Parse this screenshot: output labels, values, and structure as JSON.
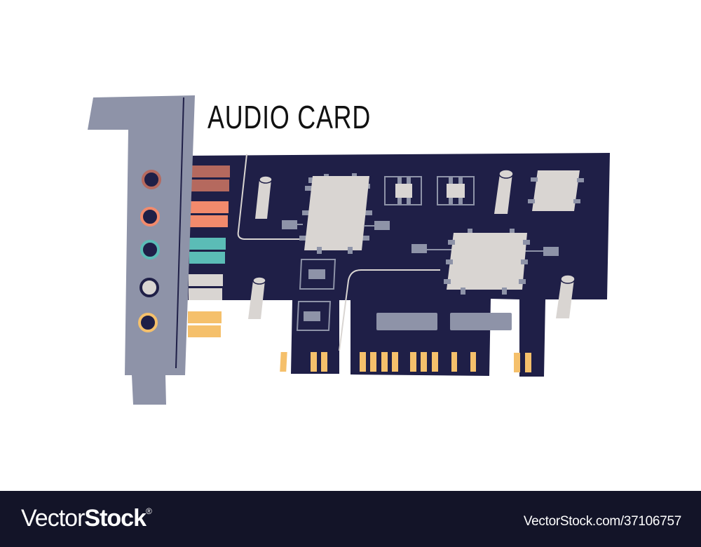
{
  "illustration": {
    "title": "AUDIO CARD",
    "subject": "sound-card-pci",
    "colors": {
      "pcb": "#1f1f47",
      "bracket": "#8e93a8",
      "chip": "#d9d5d2",
      "pad": "#8e93a8",
      "gold_contact": "#f5c06b",
      "jack_brown": "#b5695e",
      "jack_orange": "#f28a6c",
      "jack_teal": "#5bbcb6",
      "jack_white": "#d9d5d2",
      "jack_yellow": "#f5c06b"
    },
    "audio_jacks": [
      {
        "name": "jack-brown",
        "ring": "#b5695e",
        "center": "#1f1f47"
      },
      {
        "name": "jack-orange",
        "ring": "#f28a6c",
        "center": "#1f1f47"
      },
      {
        "name": "jack-teal",
        "ring": "#5bbcb6",
        "center": "#1f1f47"
      },
      {
        "name": "jack-white",
        "ring": "#1f1f47",
        "center": "#d9d5d2"
      },
      {
        "name": "jack-yellow",
        "ring": "#f5c06b",
        "center": "#1f1f47"
      }
    ]
  },
  "footer": {
    "brand_light": "Vector",
    "brand_bold": "Stock",
    "brand_mark": "®",
    "reference": "VectorStock.com/37106757"
  }
}
